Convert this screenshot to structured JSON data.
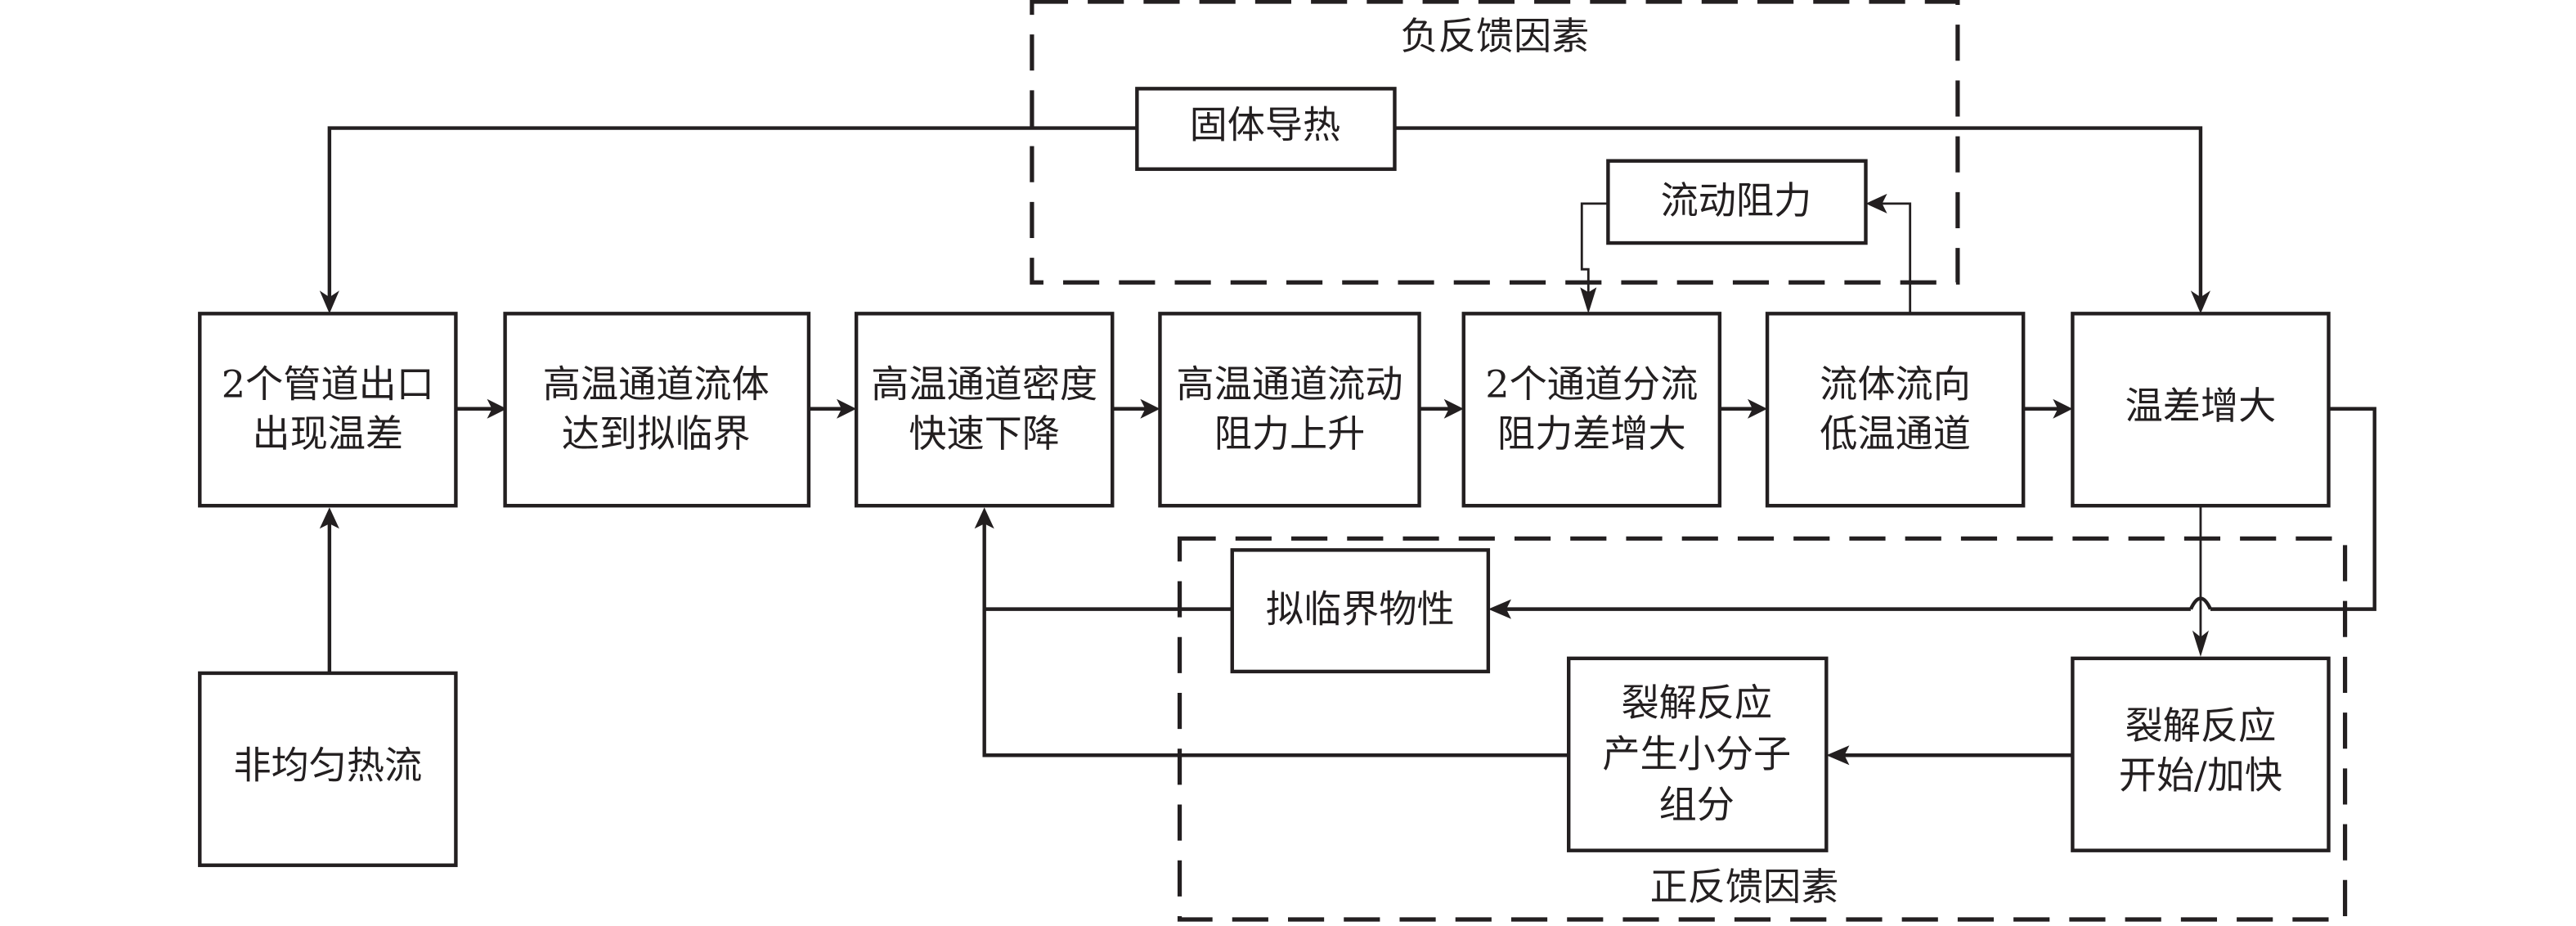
{
  "diagram": {
    "groups": {
      "negative_feedback": "负反馈因素",
      "positive_feedback": "正反馈因素"
    },
    "nodes": {
      "n1": [
        "2个管道出口",
        "出现温差"
      ],
      "n2": [
        "高温通道流体",
        "达到拟临界"
      ],
      "n3": [
        "高温通道密度",
        "快速下降"
      ],
      "n4": [
        "高温通道流动",
        "阻力上升"
      ],
      "n5": [
        "2个通道分流",
        "阻力差增大"
      ],
      "n6": [
        "流体流向",
        "低温通道"
      ],
      "n7": [
        "温差增大"
      ],
      "heat_flux": [
        "非均匀热流"
      ],
      "solid_conduction": [
        "固体导热"
      ],
      "flow_resistance": [
        "流动阻力"
      ],
      "pseudo_critical": [
        "拟临界物性"
      ],
      "cracking_start": [
        "裂解反应",
        "开始/加快"
      ],
      "cracking_products": [
        "裂解反应",
        "产生小分子",
        "组分"
      ]
    },
    "edges": [
      {
        "from": "n1",
        "to": "n2"
      },
      {
        "from": "n2",
        "to": "n3"
      },
      {
        "from": "n3",
        "to": "n4"
      },
      {
        "from": "n4",
        "to": "n5"
      },
      {
        "from": "n5",
        "to": "n6"
      },
      {
        "from": "n6",
        "to": "n7"
      },
      {
        "from": "heat_flux",
        "to": "n1"
      },
      {
        "from": "solid_conduction",
        "to": "n1"
      },
      {
        "from": "solid_conduction",
        "to": "n7"
      },
      {
        "from": "n6",
        "to": "flow_resistance"
      },
      {
        "from": "flow_resistance",
        "to": "n5"
      },
      {
        "from": "n7",
        "to": "pseudo_critical"
      },
      {
        "from": "pseudo_critical",
        "to": "n3"
      },
      {
        "from": "n7",
        "to": "cracking_start"
      },
      {
        "from": "cracking_start",
        "to": "cracking_products"
      },
      {
        "from": "cracking_products",
        "to": "n3"
      }
    ]
  }
}
